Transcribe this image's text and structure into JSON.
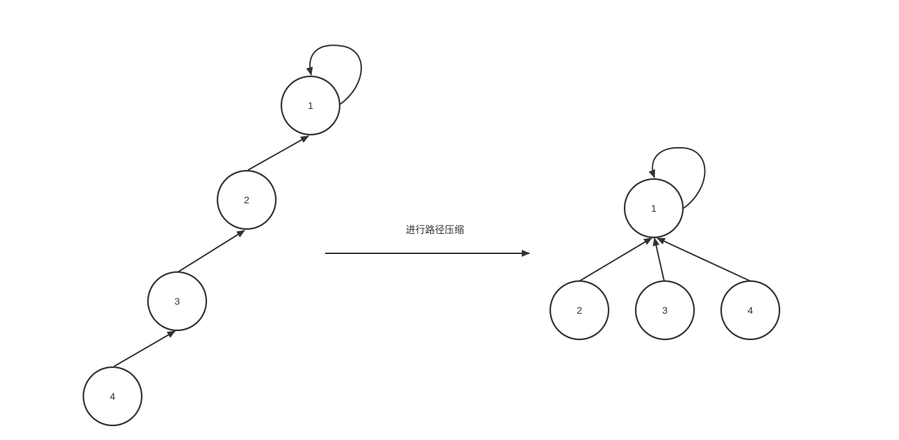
{
  "diagram": {
    "caption": "进行路径压缩",
    "colors": {
      "stroke": "#333333",
      "background": "#ffffff"
    },
    "before": {
      "nodes": [
        "1",
        "2",
        "3",
        "4"
      ],
      "edges": [
        [
          "2",
          "1"
        ],
        [
          "3",
          "2"
        ],
        [
          "4",
          "3"
        ]
      ],
      "self_loop": "1"
    },
    "after": {
      "nodes": [
        "1",
        "2",
        "3",
        "4"
      ],
      "edges": [
        [
          "2",
          "1"
        ],
        [
          "3",
          "1"
        ],
        [
          "4",
          "1"
        ]
      ],
      "self_loop": "1"
    }
  }
}
